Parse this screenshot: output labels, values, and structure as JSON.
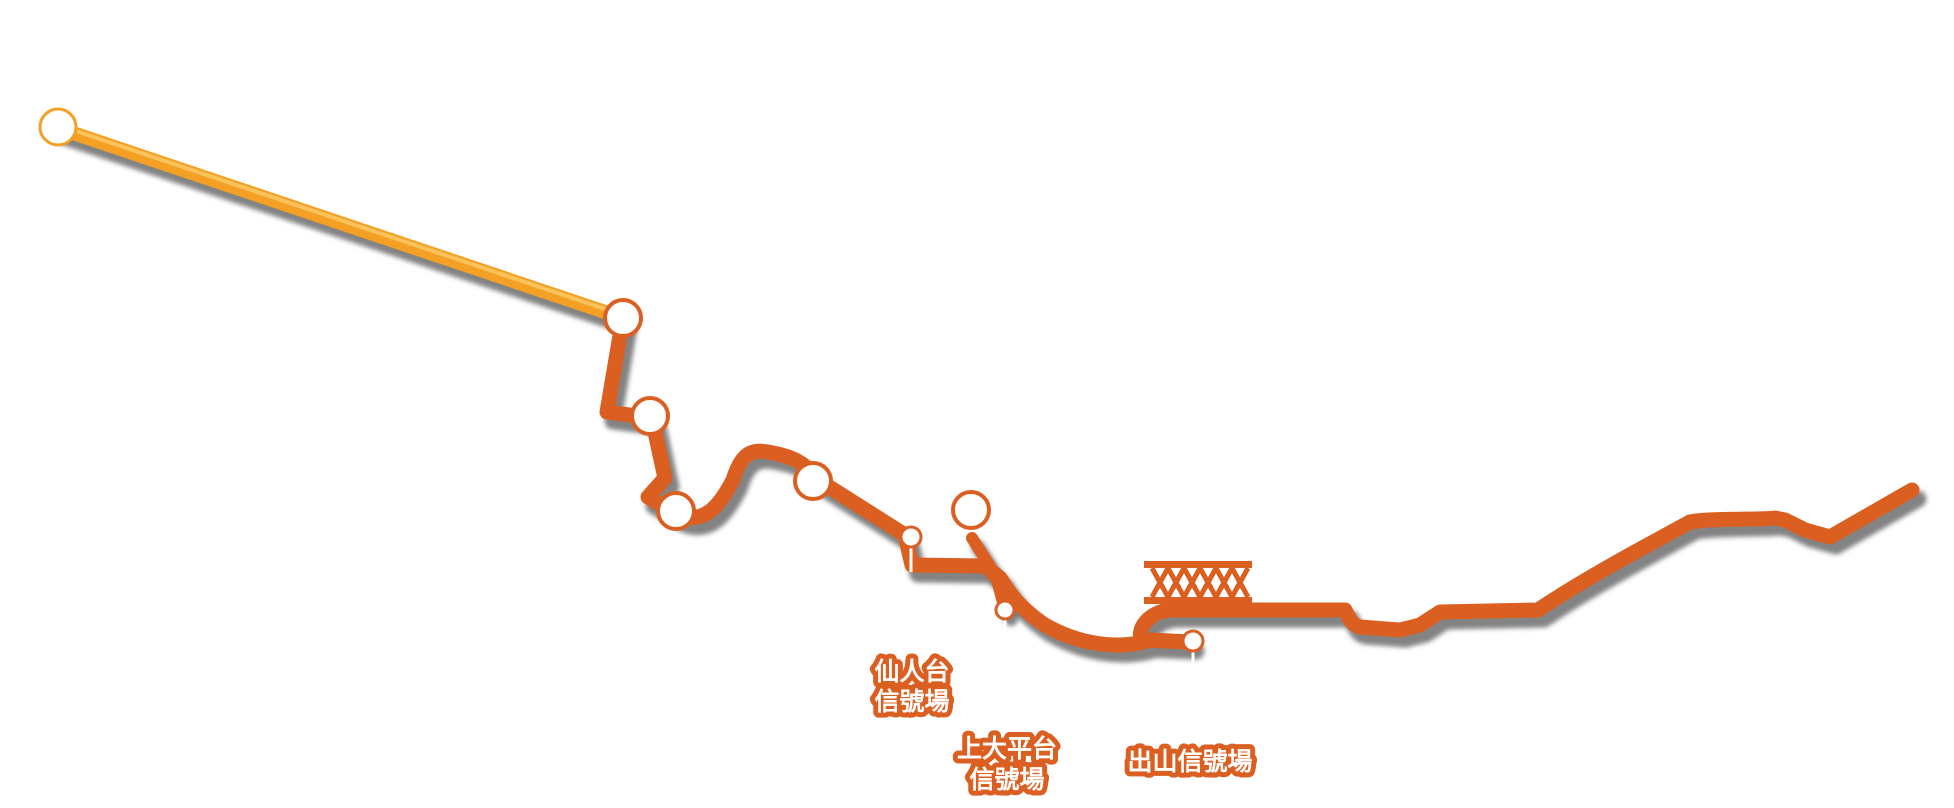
{
  "colors": {
    "main_line": "#DC5F22",
    "branch_line": "#F3A024",
    "station_fill": "#ffffff",
    "shadow": "#5a5a5a",
    "label_text": "#ffffff"
  },
  "labels": {
    "sennindai": [
      "仙人台",
      "信號場"
    ],
    "kamiohira": [
      "上大平台",
      "信號場"
    ],
    "deyama": "出山信號場"
  },
  "bridge_symbol": "truss-bridge-icon"
}
